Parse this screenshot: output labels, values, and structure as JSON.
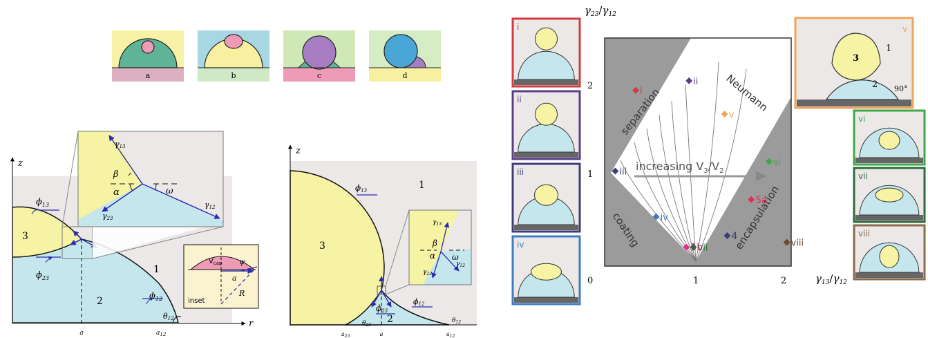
{
  "colors": {
    "yellow": "#f6f3a5",
    "cyan": "#c4e6ec",
    "pink": "#ee9bb8",
    "green": "#5fb396",
    "purple": "#a77ec3",
    "blue": "#4aa6d6",
    "grey_region": "#9b9b9b",
    "light_bg": "#ece8e8",
    "arrow": "#2a2ab0",
    "frame_red": "#d03a3a",
    "frame_purple": "#5a3d8a",
    "frame_navy": "#3c3c7a",
    "frame_blue": "#3d7cc4",
    "frame_orange": "#f1a55b",
    "frame_green": "#3da84a",
    "frame_darkgreen": "#2e6b3a",
    "frame_brown": "#8a6a4a"
  },
  "top_panels": [
    {
      "label": "a"
    },
    {
      "label": "b"
    },
    {
      "label": "c"
    },
    {
      "label": "d"
    }
  ],
  "left_diagram": {
    "axis_z": "z",
    "axis_r": "r",
    "region_3": "3",
    "region_2": "2",
    "region_1": "1",
    "phi13": "ϕ",
    "phi13_sub": "13",
    "phi23": "ϕ",
    "phi23_sub": "23",
    "phi12": "ϕ",
    "phi12_sub": "12",
    "theta12": "θ",
    "theta12_sub": "12",
    "tick_a": "a",
    "tick_a12": "a",
    "tick_a12_sub": "12",
    "zoom": {
      "gamma13": "γ",
      "gamma13_sub": "13",
      "gamma23": "γ",
      "gamma23_sub": "23",
      "gamma12": "γ",
      "gamma12_sub": "12",
      "beta": "β",
      "alpha": "α",
      "omega": "ω"
    },
    "inset": {
      "vcap": "V",
      "vcap_sub": "cap",
      "psi": "ψ",
      "a": "a",
      "R": "R",
      "label": "inset"
    }
  },
  "middle_diagram": {
    "axis_z": "z",
    "region_3": "3",
    "region_1": "1",
    "region_2": "2",
    "phi13": "ϕ",
    "phi13_sub": "13",
    "phi23": "ϕ",
    "phi23_sub": "23",
    "phi12": "ϕ",
    "phi12_sub": "12",
    "theta23": "θ",
    "theta23_sub": "23",
    "theta12": "θ",
    "theta12_sub": "12",
    "tick_a23": "a",
    "tick_a23_sub": "23",
    "tick_a": "a",
    "tick_a12": "a",
    "tick_a12_sub": "12",
    "zoom": {
      "gamma13": "γ",
      "gamma13_sub": "13",
      "gamma23": "γ",
      "gamma23_sub": "23",
      "gamma12": "γ",
      "gamma12_sub": "12",
      "beta": "β",
      "alpha": "α",
      "omega": "ω"
    }
  },
  "phase_diagram": {
    "y_label": "γ",
    "y_label_sub_num": "23",
    "y_label_den": "γ",
    "y_label_sub_den": "12",
    "x_label": "γ",
    "x_label_sub_num": "13",
    "x_label_den": "γ",
    "x_label_sub_den": "12",
    "y_ticks": [
      "0",
      "1",
      "2"
    ],
    "x_ticks": [
      "1",
      "2"
    ],
    "region_labels": {
      "separation": "separation",
      "neumann": "Neumann",
      "coating": "coating",
      "encapsulation": "encapsulation",
      "increasing": "increasing V",
      "increasing_sub3": "3",
      "increasing_slash": "/V",
      "increasing_sub2": "2"
    },
    "points": [
      {
        "label": "i",
        "x": 0.35,
        "y": 1.85,
        "color": "#d03a3a"
      },
      {
        "label": "ii",
        "x": 0.95,
        "y": 1.95,
        "color": "#5a3d8a"
      },
      {
        "label": "iii",
        "x": 0.12,
        "y": 1.0,
        "color": "#3c3c7a"
      },
      {
        "label": "iv",
        "x": 0.58,
        "y": 0.52,
        "color": "#3d7cc4"
      },
      {
        "label": "v",
        "x": 1.35,
        "y": 1.6,
        "color": "#f1a55b"
      },
      {
        "label": "vi",
        "x": 1.85,
        "y": 1.1,
        "color": "#3da84a"
      },
      {
        "label": "5a",
        "x": 1.65,
        "y": 0.7,
        "color": "#e03050"
      },
      {
        "label": "4",
        "x": 1.38,
        "y": 0.32,
        "color": "#3c3c7a"
      },
      {
        "label": "5b",
        "x": 0.92,
        "y": 0.2,
        "color": "#e03090"
      },
      {
        "label": "vii",
        "x": 1.0,
        "y": 0.2,
        "color": "#2e6b3a"
      },
      {
        "label": "viii",
        "x": 2.05,
        "y": 0.25,
        "color": "#6a4a2a"
      }
    ],
    "thumbs_left": [
      {
        "label": "i",
        "color": "#d03a3a"
      },
      {
        "label": "ii",
        "color": "#5a3d8a"
      },
      {
        "label": "iii",
        "color": "#3c3c7a"
      },
      {
        "label": "iv",
        "color": "#3d7cc4"
      }
    ],
    "thumbs_right": [
      {
        "label": "vi",
        "color": "#3da84a"
      },
      {
        "label": "vii",
        "color": "#2e6b3a"
      },
      {
        "label": "viii",
        "color": "#8a6a4a"
      }
    ],
    "big_thumb": {
      "label": "v",
      "region_3": "3",
      "region_1": "1",
      "region_2": "2",
      "angle": "90°"
    }
  }
}
